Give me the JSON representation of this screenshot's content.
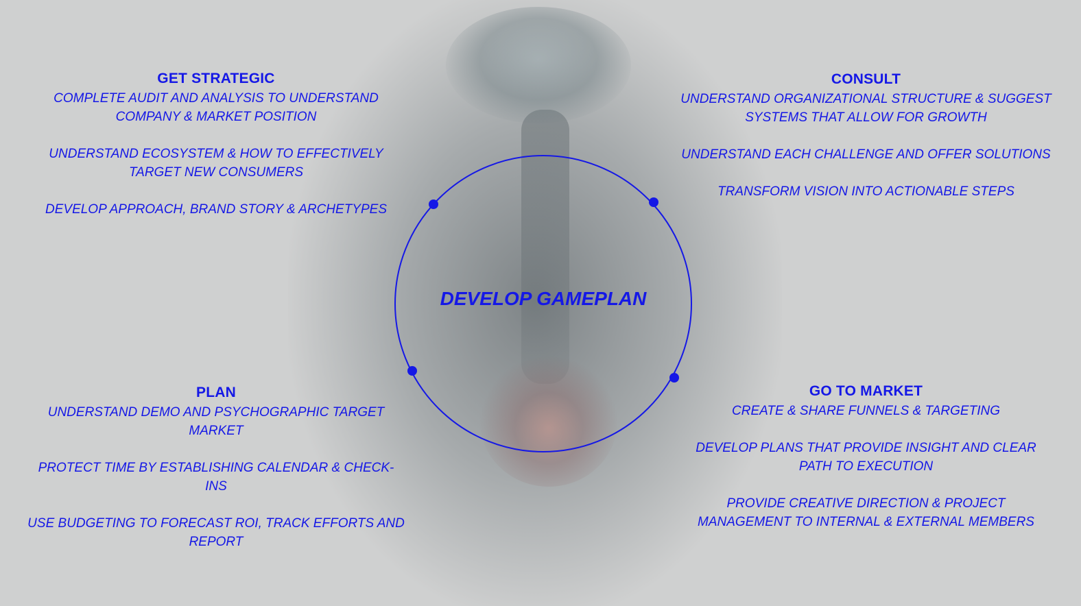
{
  "colors": {
    "accent": "#1518e6",
    "background": "#cfd0d0"
  },
  "center": {
    "title": "DEVELOP GAMEPLAN"
  },
  "quadrants": {
    "get_strategic": {
      "title": "GET STRATEGIC",
      "items": [
        "COMPLETE AUDIT AND ANALYSIS TO UNDERSTAND COMPANY & MARKET POSITION",
        "UNDERSTAND ECOSYSTEM & HOW TO EFFECTIVELY TARGET NEW CONSUMERS",
        "DEVELOP APPROACH, BRAND STORY & ARCHETYPES"
      ]
    },
    "consult": {
      "title": "CONSULT",
      "items": [
        "UNDERSTAND ORGANIZATIONAL STRUCTURE & SUGGEST SYSTEMS THAT ALLOW FOR GROWTH",
        "UNDERSTAND EACH CHALLENGE AND OFFER SOLUTIONS",
        "TRANSFORM VISION INTO ACTIONABLE STEPS"
      ]
    },
    "plan": {
      "title": "PLAN",
      "items": [
        "UNDERSTAND DEMO AND PSYCHOGRAPHIC TARGET MARKET",
        "PROTECT TIME BY ESTABLISHING CALENDAR & CHECK-INS",
        "USE BUDGETING TO FORECAST ROI, TRACK EFFORTS AND REPORT"
      ]
    },
    "go_to_market": {
      "title": "GO TO MARKET",
      "items": [
        "CREATE & SHARE FUNNELS & TARGETING",
        "DEVELOP PLANS THAT PROVIDE INSIGHT AND CLEAR PATH TO EXECUTION",
        "PROVIDE CREATIVE DIRECTION & PROJECT MANAGEMENT TO INTERNAL & EXTERNAL MEMBERS"
      ]
    }
  }
}
